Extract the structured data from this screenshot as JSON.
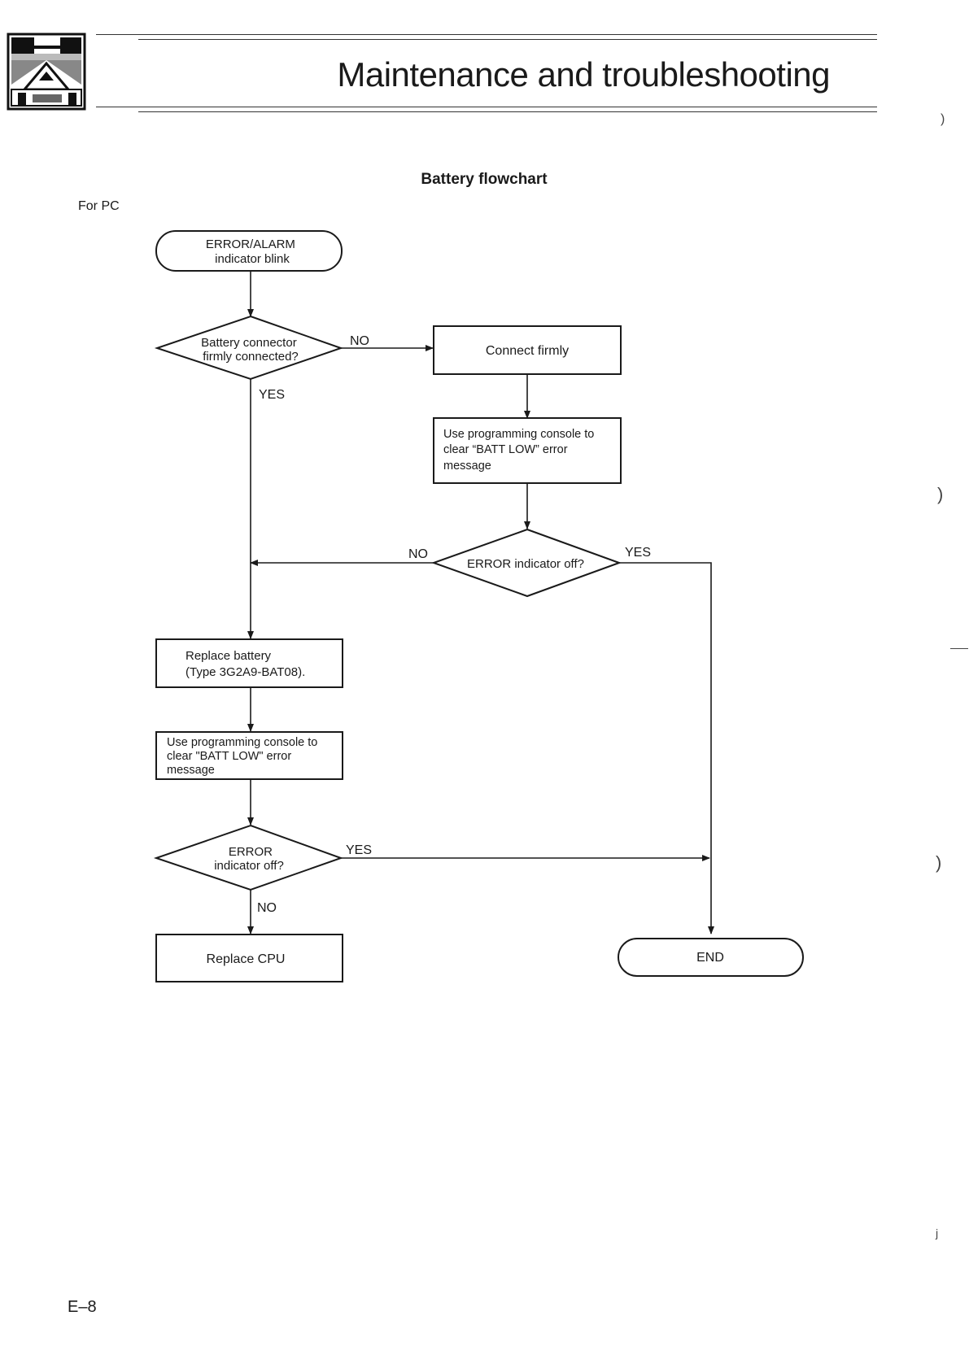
{
  "header": {
    "section_title": "Maintenance and troubleshooting",
    "logo_icon": "manual-section-logo-icon"
  },
  "page": {
    "chart_title": "Battery flowchart",
    "side_label": "For PC",
    "page_number": "E–8"
  },
  "margin_marks": [
    ")",
    ")",
    ")",
    "j"
  ],
  "flowchart": {
    "start": [
      "ERROR/ALARM",
      "indicator blink"
    ],
    "decision_connector": [
      "Battery connector",
      "firmly connected?"
    ],
    "connect_firmly": [
      "Connect firmly"
    ],
    "clear_message_right": [
      "Use programming console to",
      "clear “BATT LOW” error",
      "message"
    ],
    "decision_error_right": [
      "ERROR indicator off?"
    ],
    "replace_battery": [
      "Replace battery",
      "(Type 3G2A9-BAT08)."
    ],
    "clear_message_left": [
      "Use programming console to",
      "clear \"BATT LOW\" error",
      "message"
    ],
    "decision_error_left": [
      "ERROR",
      "indicator off?"
    ],
    "replace_cpu": [
      "Replace CPU"
    ],
    "end": [
      "END"
    ],
    "labels": {
      "no_connector": "NO",
      "yes_connector": "YES",
      "no_error_right": "NO",
      "yes_error_right": "YES",
      "yes_error_left": "YES",
      "no_error_left": "NO"
    }
  }
}
